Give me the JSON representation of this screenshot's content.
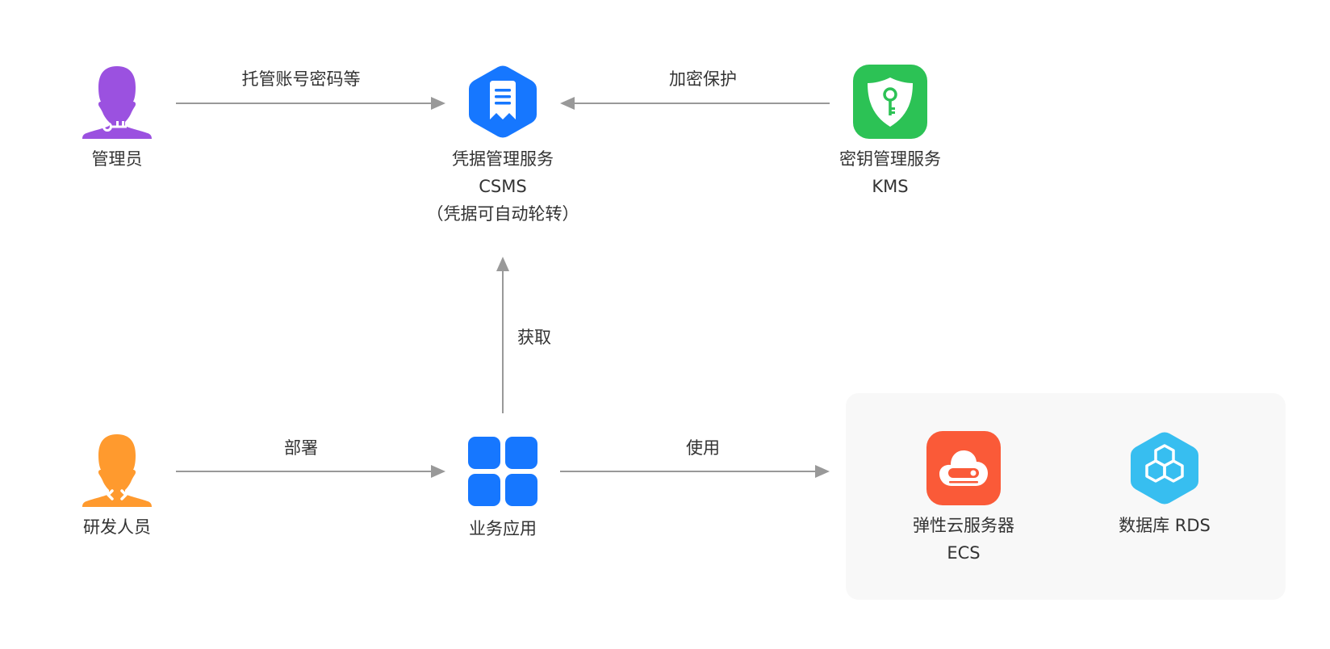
{
  "nodes": {
    "admin": {
      "label": "管理员",
      "icon": "admin-key-user-icon",
      "color": "#9B51E0"
    },
    "csms": {
      "label": "凭据管理服务",
      "sub1": "CSMS",
      "sub2": "（凭据可自动轮转）",
      "icon": "receipt-document-icon",
      "color": "#1677FF"
    },
    "kms": {
      "label": "密钥管理服务",
      "sub1": "KMS",
      "icon": "shield-key-icon",
      "color": "#2CC255"
    },
    "developer": {
      "label": "研发人员",
      "icon": "developer-code-user-icon",
      "color": "#FF9A2E"
    },
    "app": {
      "label": "业务应用",
      "icon": "app-grid-icon",
      "color": "#1677FF"
    },
    "ecs": {
      "label": "弹性云服务器",
      "sub1": "ECS",
      "icon": "cloud-server-icon",
      "color": "#FA5A38"
    },
    "rds": {
      "label": "数据库 RDS",
      "icon": "database-hexagon-icon",
      "color": "#37BEF0"
    }
  },
  "edges": [
    {
      "from": "admin",
      "to": "csms",
      "label": "托管账号密码等"
    },
    {
      "from": "kms",
      "to": "csms",
      "label": "加密保护"
    },
    {
      "from": "app",
      "to": "csms",
      "label": "获取"
    },
    {
      "from": "developer",
      "to": "app",
      "label": "部署"
    },
    {
      "from": "app",
      "to": "resources",
      "label": "使用"
    }
  ],
  "colors": {
    "arrow": "#999999",
    "text": "#333333",
    "group_background": "#F8F8F8"
  }
}
